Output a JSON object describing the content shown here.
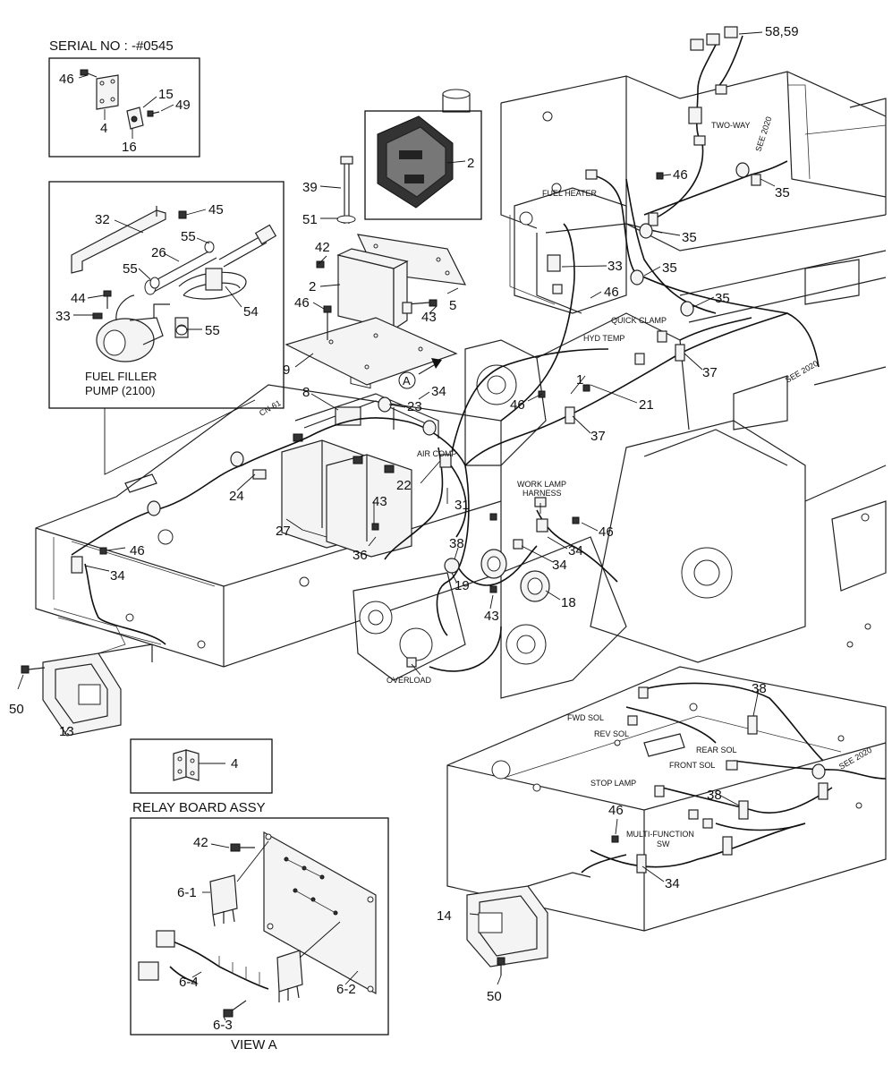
{
  "headers": {
    "serial": "SERIAL NO : -#0545",
    "fuel_filler_line1": "FUEL FILLER",
    "fuel_filler_line2": "PUMP (2100)",
    "relay_board_assy": "RELAY BOARD ASSY",
    "view_a": "VIEW A",
    "view_marker": "A"
  },
  "harness_labels": {
    "two_way": "TWO-WAY",
    "see_2020_a": "SEE 2020",
    "see_2020_b": "SEE 2020",
    "see_2020_c": "SEE 2020",
    "fuel_heater": "FUEL HEATER",
    "quick_clamp": "QUICK CLAMP",
    "hyd_temp": "HYD TEMP",
    "air_comp": "AIR COMP",
    "work_lamp_1": "WORK LAMP",
    "work_lamp_2": "HARNESS",
    "overload": "OVERLOAD",
    "fwd_sol": "FWD SOL",
    "rev_sol": "REV SOL",
    "rear_sol": "REAR SOL",
    "front_sol": "FRONT SOL",
    "stop_lamp": "STOP LAMP",
    "multi_function_1": "MULTI-FUNCTION",
    "multi_function_2": "SW",
    "cn_tag": "CN-61"
  },
  "part_numbers": {
    "p58_59": "58,59",
    "p46_top": "46",
    "p4_top": "4",
    "p15": "15",
    "p49": "49",
    "p16": "16",
    "p2_cover": "2",
    "p39": "39",
    "p51": "51",
    "p42_main": "42",
    "p2_main": "2",
    "p46_main": "46",
    "p5": "5",
    "p43_a": "43",
    "p33_main": "33",
    "p46_b": "46",
    "p46_c": "46",
    "p35_a": "35",
    "p35_b": "35",
    "p35_c": "35",
    "p35_d": "35",
    "p37_a": "37",
    "p37_b": "37",
    "p32": "32",
    "p45": "45",
    "p55_a": "55",
    "p26": "26",
    "p55_b": "55",
    "p44": "44",
    "p54": "54",
    "p33_pump": "33",
    "p55_c": "55",
    "p9": "9",
    "p8": "8",
    "p34_a": "34",
    "p23": "23",
    "p1": "1",
    "p21": "21",
    "p46_d": "46",
    "p24": "24",
    "p22": "22",
    "p43_b": "43",
    "p31": "31",
    "p27": "27",
    "p36": "36",
    "p46_e": "46",
    "p34_b": "34",
    "p38_a": "38",
    "p19": "19",
    "p34_c": "34",
    "p34_d": "34",
    "p46_f": "46",
    "p18": "18",
    "p43_c": "43",
    "p50_a": "50",
    "p13": "13",
    "p4_relay": "4",
    "p38_b": "38",
    "p38_c": "38",
    "p46_g": "46",
    "p34_e": "34",
    "p14": "14",
    "p50_b": "50",
    "p42_view": "42",
    "p6_1": "6-1",
    "p6_4": "6-4",
    "p6_3": "6-3",
    "p6_2": "6-2"
  }
}
